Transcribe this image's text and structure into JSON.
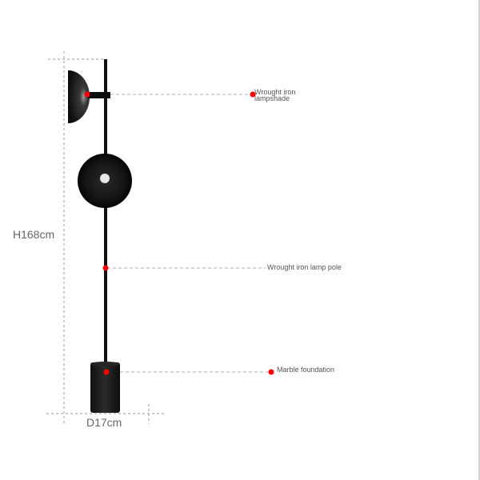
{
  "diagram": {
    "subject": "Floor lamp",
    "dimensions": {
      "height": "H168cm",
      "diameter": "D17cm"
    },
    "callouts": [
      {
        "id": "lampshade",
        "label_line1": "Wrought iron",
        "label_line2": "lampshade"
      },
      {
        "id": "pole",
        "label": "Wrought iron lamp pole"
      },
      {
        "id": "foundation",
        "label": "Marble foundation"
      }
    ],
    "colors": {
      "marker": "#ff0000",
      "lamp_body": "#111111",
      "guide_line": "#aaaaaa",
      "text": "#555555"
    }
  }
}
